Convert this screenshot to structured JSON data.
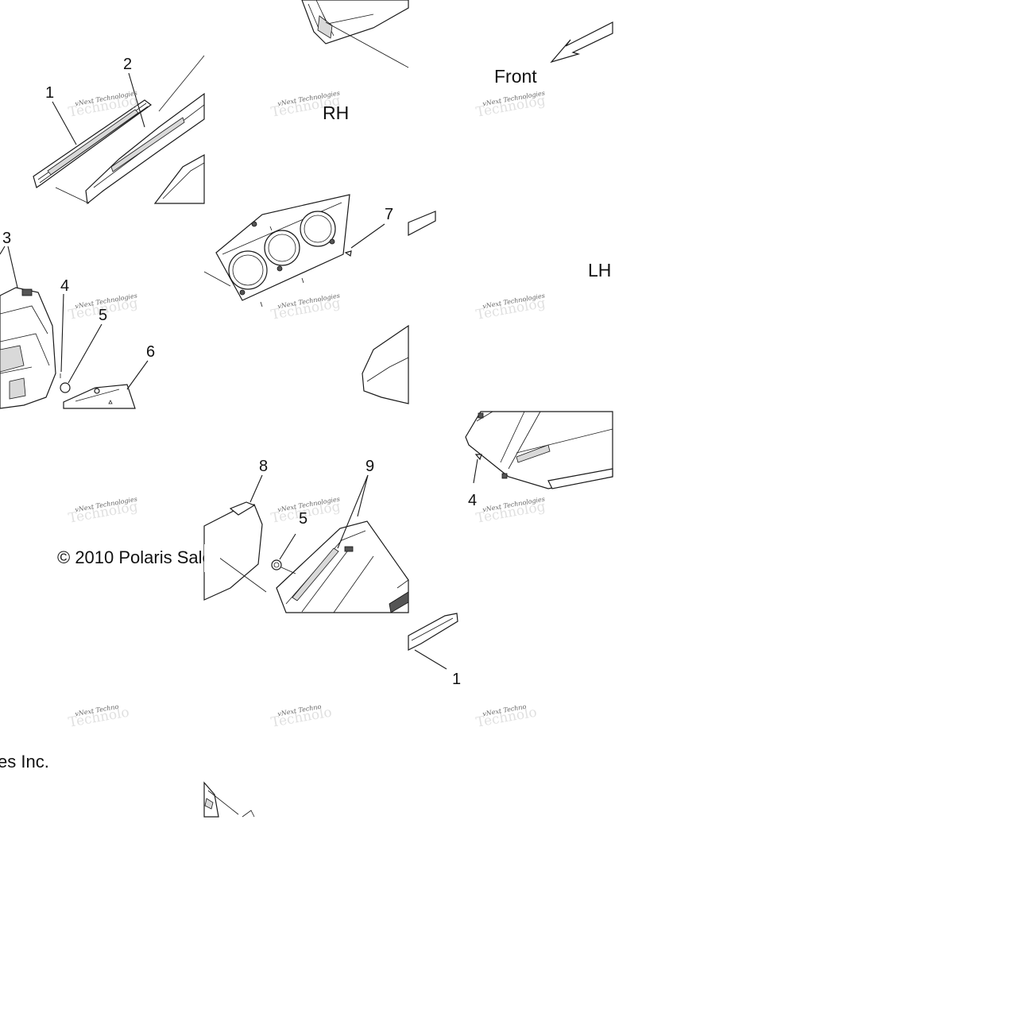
{
  "diagram": {
    "callouts": [
      "1",
      "2",
      "3",
      "4",
      "5",
      "6",
      "7",
      "8",
      "9",
      "5",
      "4",
      "1"
    ],
    "orientation_labels": {
      "front": "Front",
      "rh": "RH",
      "lh": "LH"
    },
    "copyright": {
      "part1": "© 2010 Polaris Sale",
      "part2": "es Inc."
    },
    "watermark": {
      "line1": "vNext Technologies",
      "line1_cut": "vNext Techno"
    }
  }
}
